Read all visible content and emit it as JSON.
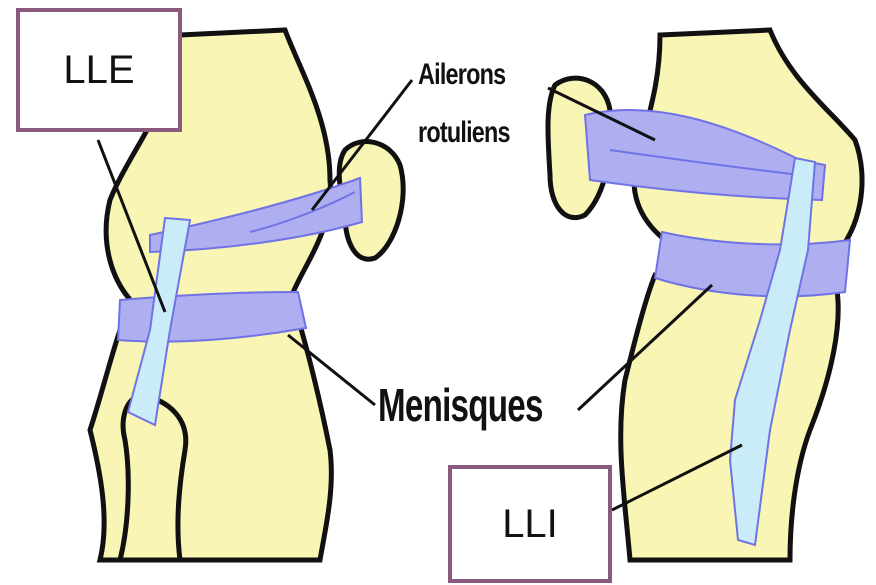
{
  "labels": {
    "lle": "LLE",
    "lli": "LLI",
    "ailerons_line1": "Ailerons",
    "ailerons_line2": "rotuliens",
    "menisques": "Menisques"
  },
  "colors": {
    "bone": "#f9f5b5",
    "ligament_purple": "#aeaef0",
    "ligament_light": "#c9ecf8",
    "ligament_edge": "#6f73e6",
    "outline": "#111111",
    "label_border": "#8a5a7e"
  }
}
